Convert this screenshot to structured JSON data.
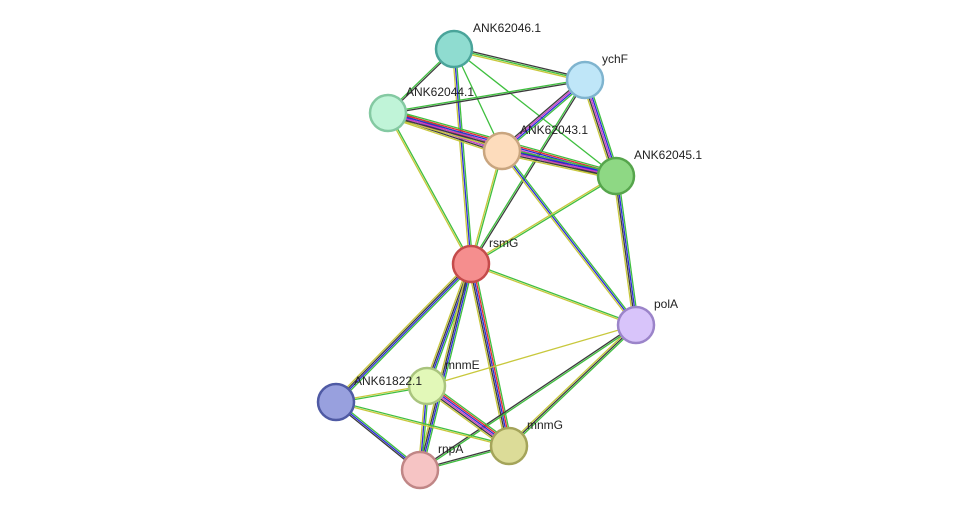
{
  "network": {
    "nodes": [
      {
        "id": "ANK62046.1",
        "label": "ANK62046.1",
        "fill": "#8fdcd0",
        "stroke": "#4aa49a"
      },
      {
        "id": "ychF",
        "label": "ychF",
        "fill": "#bfe6f8",
        "stroke": "#7fb4cf"
      },
      {
        "id": "ANK62044.1",
        "label": "ANK62044.1",
        "fill": "#c0f4d8",
        "stroke": "#84c9a2"
      },
      {
        "id": "ANK62043.1",
        "label": "ANK62043.1",
        "fill": "#fddcbc",
        "stroke": "#c9a57f"
      },
      {
        "id": "ANK62045.1",
        "label": "ANK62045.1",
        "fill": "#8ed884",
        "stroke": "#56a54c"
      },
      {
        "id": "rsmG",
        "label": "rsmG",
        "fill": "#f58e8e",
        "stroke": "#c44b4b"
      },
      {
        "id": "polA",
        "label": "polA",
        "fill": "#d8c4fa",
        "stroke": "#9b84c9"
      },
      {
        "id": "mnmE",
        "label": "mnmE",
        "fill": "#e2f8b8",
        "stroke": "#a9c47e"
      },
      {
        "id": "ANK61822.1",
        "label": "ANK61822.1",
        "fill": "#98a0de",
        "stroke": "#4f5aa4"
      },
      {
        "id": "mnmG",
        "label": "mnmG",
        "fill": "#dcdc98",
        "stroke": "#a4a45a"
      },
      {
        "id": "rnpA",
        "label": "rnpA",
        "fill": "#f6c4c4",
        "stroke": "#c08686"
      }
    ],
    "edges": [
      {
        "source": "ANK62046.1",
        "target": "ychF",
        "colors": [
          "#3c3c3c",
          "#3fbf3f",
          "#c8c83c"
        ]
      },
      {
        "source": "ANK62046.1",
        "target": "ANK62044.1",
        "colors": [
          "#3c3c3c",
          "#3fbf3f"
        ]
      },
      {
        "source": "ANK62046.1",
        "target": "ANK62043.1",
        "colors": [
          "#3fbf3f"
        ]
      },
      {
        "source": "ANK62046.1",
        "target": "ANK62045.1",
        "colors": [
          "#3fbf3f"
        ]
      },
      {
        "source": "ANK62046.1",
        "target": "rsmG",
        "colors": [
          "#3fbf3f",
          "#2a2ad8",
          "#c8c83c"
        ]
      },
      {
        "source": "ychF",
        "target": "ANK62044.1",
        "colors": [
          "#3c3c3c",
          "#3fbf3f"
        ]
      },
      {
        "source": "ychF",
        "target": "ANK62043.1",
        "colors": [
          "#3fbf3f",
          "#2a2ad8",
          "#c83cc8",
          "#3c3c3c"
        ]
      },
      {
        "source": "ychF",
        "target": "ANK62045.1",
        "colors": [
          "#3fbf3f",
          "#2a2ad8",
          "#c83cc8",
          "#3c3c3c",
          "#c8c83c"
        ]
      },
      {
        "source": "ychF",
        "target": "rsmG",
        "colors": [
          "#3c3c3c",
          "#3fbf3f"
        ]
      },
      {
        "source": "ANK62044.1",
        "target": "ANK62043.1",
        "colors": [
          "#3fbf3f",
          "#e03030",
          "#2a2ad8",
          "#c83cc8",
          "#3c3c3c",
          "#c8c83c"
        ]
      },
      {
        "source": "ANK62044.1",
        "target": "ANK62045.1",
        "colors": [
          "#3fbf3f",
          "#e03030",
          "#2a2ad8",
          "#c83cc8",
          "#3c3c3c",
          "#c8c83c"
        ]
      },
      {
        "source": "ANK62044.1",
        "target": "rsmG",
        "colors": [
          "#3fbf3f",
          "#c8c83c"
        ]
      },
      {
        "source": "ANK62043.1",
        "target": "ANK62045.1",
        "colors": [
          "#3fbf3f",
          "#2a2ad8",
          "#c83cc8",
          "#3c3c3c",
          "#c8c83c"
        ]
      },
      {
        "source": "ANK62043.1",
        "target": "rsmG",
        "colors": [
          "#3fbf3f",
          "#c8c83c"
        ]
      },
      {
        "source": "ANK62043.1",
        "target": "polA",
        "colors": [
          "#3fbf3f",
          "#2a2ad8",
          "#c8c83c"
        ]
      },
      {
        "source": "ANK62045.1",
        "target": "rsmG",
        "colors": [
          "#3fbf3f",
          "#c8c83c"
        ]
      },
      {
        "source": "ANK62045.1",
        "target": "polA",
        "colors": [
          "#3fbf3f",
          "#2a2ad8",
          "#3c3c3c",
          "#c8c83c"
        ]
      },
      {
        "source": "rsmG",
        "target": "polA",
        "colors": [
          "#3fbf3f",
          "#c8c83c"
        ]
      },
      {
        "source": "rsmG",
        "target": "mnmE",
        "colors": [
          "#3fbf3f",
          "#2a2ad8",
          "#3c3c3c",
          "#c8c83c"
        ]
      },
      {
        "source": "rsmG",
        "target": "ANK61822.1",
        "colors": [
          "#3fbf3f",
          "#2a2ad8",
          "#3c3c3c",
          "#c8c83c"
        ]
      },
      {
        "source": "rsmG",
        "target": "mnmG",
        "colors": [
          "#3fbf3f",
          "#e03030",
          "#2a2ad8",
          "#3c3c3c",
          "#c8c83c"
        ]
      },
      {
        "source": "rsmG",
        "target": "rnpA",
        "colors": [
          "#3fbf3f",
          "#2a2ad8",
          "#3c3c3c",
          "#c8c83c"
        ]
      },
      {
        "source": "polA",
        "target": "mnmE",
        "colors": [
          "#c8c83c"
        ]
      },
      {
        "source": "polA",
        "target": "mnmG",
        "colors": [
          "#3fbf3f",
          "#3c3c3c",
          "#c8c83c"
        ]
      },
      {
        "source": "polA",
        "target": "rnpA",
        "colors": [
          "#3fbf3f",
          "#3c3c3c"
        ]
      },
      {
        "source": "mnmE",
        "target": "ANK61822.1",
        "colors": [
          "#3fbf3f",
          "#c8c83c"
        ]
      },
      {
        "source": "mnmE",
        "target": "mnmG",
        "colors": [
          "#3fbf3f",
          "#e03030",
          "#2a2ad8",
          "#c83cc8",
          "#3c3c3c",
          "#c8c83c"
        ]
      },
      {
        "source": "mnmE",
        "target": "rnpA",
        "colors": [
          "#3fbf3f",
          "#2a2ad8",
          "#c8c83c"
        ]
      },
      {
        "source": "ANK61822.1",
        "target": "mnmG",
        "colors": [
          "#3fbf3f",
          "#c8c83c"
        ]
      },
      {
        "source": "ANK61822.1",
        "target": "rnpA",
        "colors": [
          "#3fbf3f",
          "#2a2ad8",
          "#3c3c3c"
        ]
      },
      {
        "source": "mnmG",
        "target": "rnpA",
        "colors": [
          "#3fbf3f",
          "#3c3c3c"
        ]
      }
    ]
  }
}
